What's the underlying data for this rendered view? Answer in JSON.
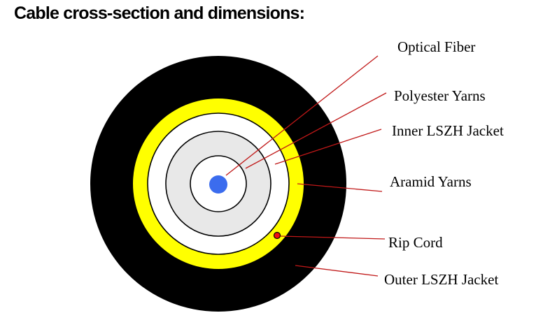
{
  "title": "Cable cross-section and dimensions:",
  "diagram": {
    "labels": {
      "optical_fiber": "Optical Fiber",
      "polyester_yarns": "Polyester Yarns",
      "inner_lszh_jacket": "Inner LSZH Jacket",
      "aramid_yarns": "Aramid Yarns",
      "rip_cord": "Rip Cord",
      "outer_lszh_jacket": "Outer LSZH Jacket"
    },
    "colors": {
      "outer_lszh_jacket": "#000000",
      "aramid_yarns": "#ffff00",
      "inner_lszh_jacket": "#ffffff",
      "polyester_yarns": "#e8e8e8",
      "fiber_buffer": "#ffffff",
      "optical_fiber": "#3b6cee",
      "rip_cord": "#ee1111",
      "leader_line": "#c01818",
      "outline": "#000000"
    }
  }
}
